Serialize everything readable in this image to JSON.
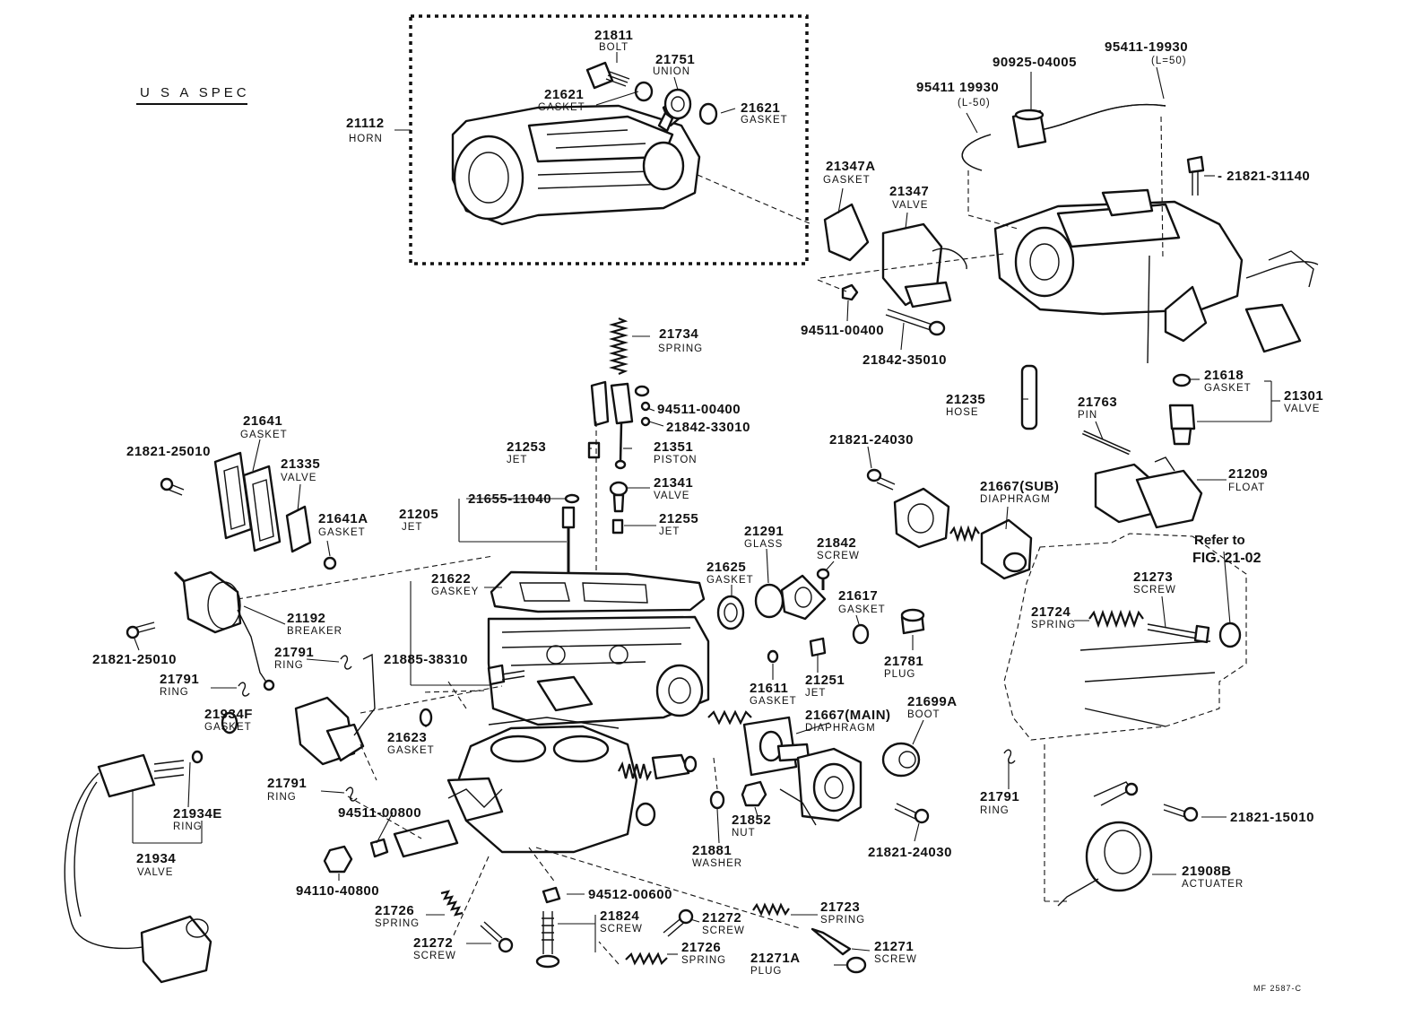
{
  "title": "U S A  SPEC",
  "footer_code": "MF  2587-C",
  "reference": {
    "line1": "Refer to",
    "line2": "FIG. 21-02"
  },
  "callouts": [
    {
      "id": "c21811",
      "number": "21811",
      "name": "BOLT"
    },
    {
      "id": "c21751",
      "number": "21751",
      "name": "UNION"
    },
    {
      "id": "c21621a",
      "number": "21621",
      "name": "GASKET"
    },
    {
      "id": "c21621b",
      "number": "21621",
      "name": "GASKET"
    },
    {
      "id": "c21112",
      "number": "21112",
      "name": "HORN"
    },
    {
      "id": "c90925",
      "number": "90925-04005",
      "name": ""
    },
    {
      "id": "c95411a",
      "number": "95411-19930",
      "name": "(L=50)"
    },
    {
      "id": "c95411b",
      "number": "95411 19930",
      "name": "(L-50)"
    },
    {
      "id": "c2182131140",
      "number": "- 21821-31140",
      "name": ""
    },
    {
      "id": "c21347a",
      "number": "21347A",
      "name": "GASKET"
    },
    {
      "id": "c21347",
      "number": "21347",
      "name": "VALVE"
    },
    {
      "id": "c9451100400a",
      "number": "94511-00400",
      "name": ""
    },
    {
      "id": "c2184235010",
      "number": "21842-35010",
      "name": ""
    },
    {
      "id": "c21734",
      "number": "21734",
      "name": "SPRING"
    },
    {
      "id": "c9451100400b",
      "number": "94511-00400",
      "name": ""
    },
    {
      "id": "c2184233010",
      "number": "21842-33010",
      "name": ""
    },
    {
      "id": "c21253",
      "number": "21253",
      "name": "JET"
    },
    {
      "id": "c21351",
      "number": "21351",
      "name": "PISTON"
    },
    {
      "id": "c21341",
      "number": "21341",
      "name": "VALVE"
    },
    {
      "id": "c2165511040",
      "number": "21655-11040",
      "name": ""
    },
    {
      "id": "c21205",
      "number": "21205",
      "name": "JET"
    },
    {
      "id": "c21255",
      "number": "21255",
      "name": "JET"
    },
    {
      "id": "c21641",
      "number": "21641",
      "name": "GASKET"
    },
    {
      "id": "c2182125010a",
      "number": "21821-25010",
      "name": ""
    },
    {
      "id": "c21335",
      "number": "21335",
      "name": "VALVE"
    },
    {
      "id": "c21641a",
      "number": "21641A",
      "name": "GASKET"
    },
    {
      "id": "c21622",
      "number": "21622",
      "name": "GASKEY"
    },
    {
      "id": "c21192",
      "number": "21192",
      "name": "BREAKER"
    },
    {
      "id": "c2182125010b",
      "number": "21821-25010",
      "name": ""
    },
    {
      "id": "c21791a",
      "number": "21791",
      "name": "RING"
    },
    {
      "id": "c21791b",
      "number": "21791",
      "name": "RING"
    },
    {
      "id": "c2188538310",
      "number": "21885-38310",
      "name": ""
    },
    {
      "id": "c21934f",
      "number": "21934F",
      "name": "GASKET"
    },
    {
      "id": "c21623",
      "number": "21623",
      "name": "GASKET"
    },
    {
      "id": "c21791c",
      "number": "21791",
      "name": "RING"
    },
    {
      "id": "c21934e",
      "number": "21934E",
      "name": "RING"
    },
    {
      "id": "c9451100800",
      "number": "94511-00800",
      "name": ""
    },
    {
      "id": "c21934",
      "number": "21934",
      "name": "VALVE"
    },
    {
      "id": "c9411040800",
      "number": "94110-40800",
      "name": ""
    },
    {
      "id": "c21726a",
      "number": "21726",
      "name": "SPRING"
    },
    {
      "id": "c9451200600",
      "number": "94512-00600",
      "name": ""
    },
    {
      "id": "c21272a",
      "number": "21272",
      "name": "SCREW"
    },
    {
      "id": "c21824",
      "number": "21824",
      "name": "SCREW"
    },
    {
      "id": "c21272b",
      "number": "21272",
      "name": "SCREW"
    },
    {
      "id": "c21726b",
      "number": "21726",
      "name": "SPRING"
    },
    {
      "id": "c21723",
      "number": "21723",
      "name": "SPRING"
    },
    {
      "id": "c21271a",
      "number": "21271A",
      "name": "PLUG"
    },
    {
      "id": "c21271",
      "number": "21271",
      "name": "SCREW"
    },
    {
      "id": "c21291",
      "number": "21291",
      "name": "GLASS"
    },
    {
      "id": "c21625",
      "number": "21625",
      "name": "GASKET"
    },
    {
      "id": "c21842",
      "number": "21842",
      "name": "SCREW"
    },
    {
      "id": "c21617",
      "number": "21617",
      "name": "GASKET"
    },
    {
      "id": "c21611",
      "number": "21611",
      "name": "GASKET"
    },
    {
      "id": "c21251",
      "number": "21251",
      "name": "JET"
    },
    {
      "id": "c21781",
      "number": "21781",
      "name": "PLUG"
    },
    {
      "id": "c21667main",
      "number": "21667(MAIN)",
      "name": "DIAPHRAGM"
    },
    {
      "id": "c21699a",
      "number": "21699A",
      "name": "BOOT"
    },
    {
      "id": "c21852",
      "number": "21852",
      "name": "NUT"
    },
    {
      "id": "c21881",
      "number": "21881",
      "name": "WASHER"
    },
    {
      "id": "c2182124030b",
      "number": "21821-24030",
      "name": ""
    },
    {
      "id": "c2182124030a",
      "number": "21821-24030",
      "name": ""
    },
    {
      "id": "c21667sub",
      "number": "21667(SUB)",
      "name": "DIAPHRAGM"
    },
    {
      "id": "c21235",
      "number": "21235",
      "name": "HOSE"
    },
    {
      "id": "c21763",
      "number": "21763",
      "name": "PIN"
    },
    {
      "id": "c21618",
      "number": "21618",
      "name": "GASKET"
    },
    {
      "id": "c21301",
      "number": "21301",
      "name": "VALVE"
    },
    {
      "id": "c21209",
      "number": "21209",
      "name": "FLOAT"
    },
    {
      "id": "c21273",
      "number": "21273",
      "name": "SCREW"
    },
    {
      "id": "c21724",
      "number": "21724",
      "name": "SPRING"
    },
    {
      "id": "c21791d",
      "number": "21791",
      "name": "RING"
    },
    {
      "id": "c2182115010",
      "number": "21821-15010",
      "name": ""
    },
    {
      "id": "c21908b",
      "number": "21908B",
      "name": "ACTUATER"
    }
  ]
}
